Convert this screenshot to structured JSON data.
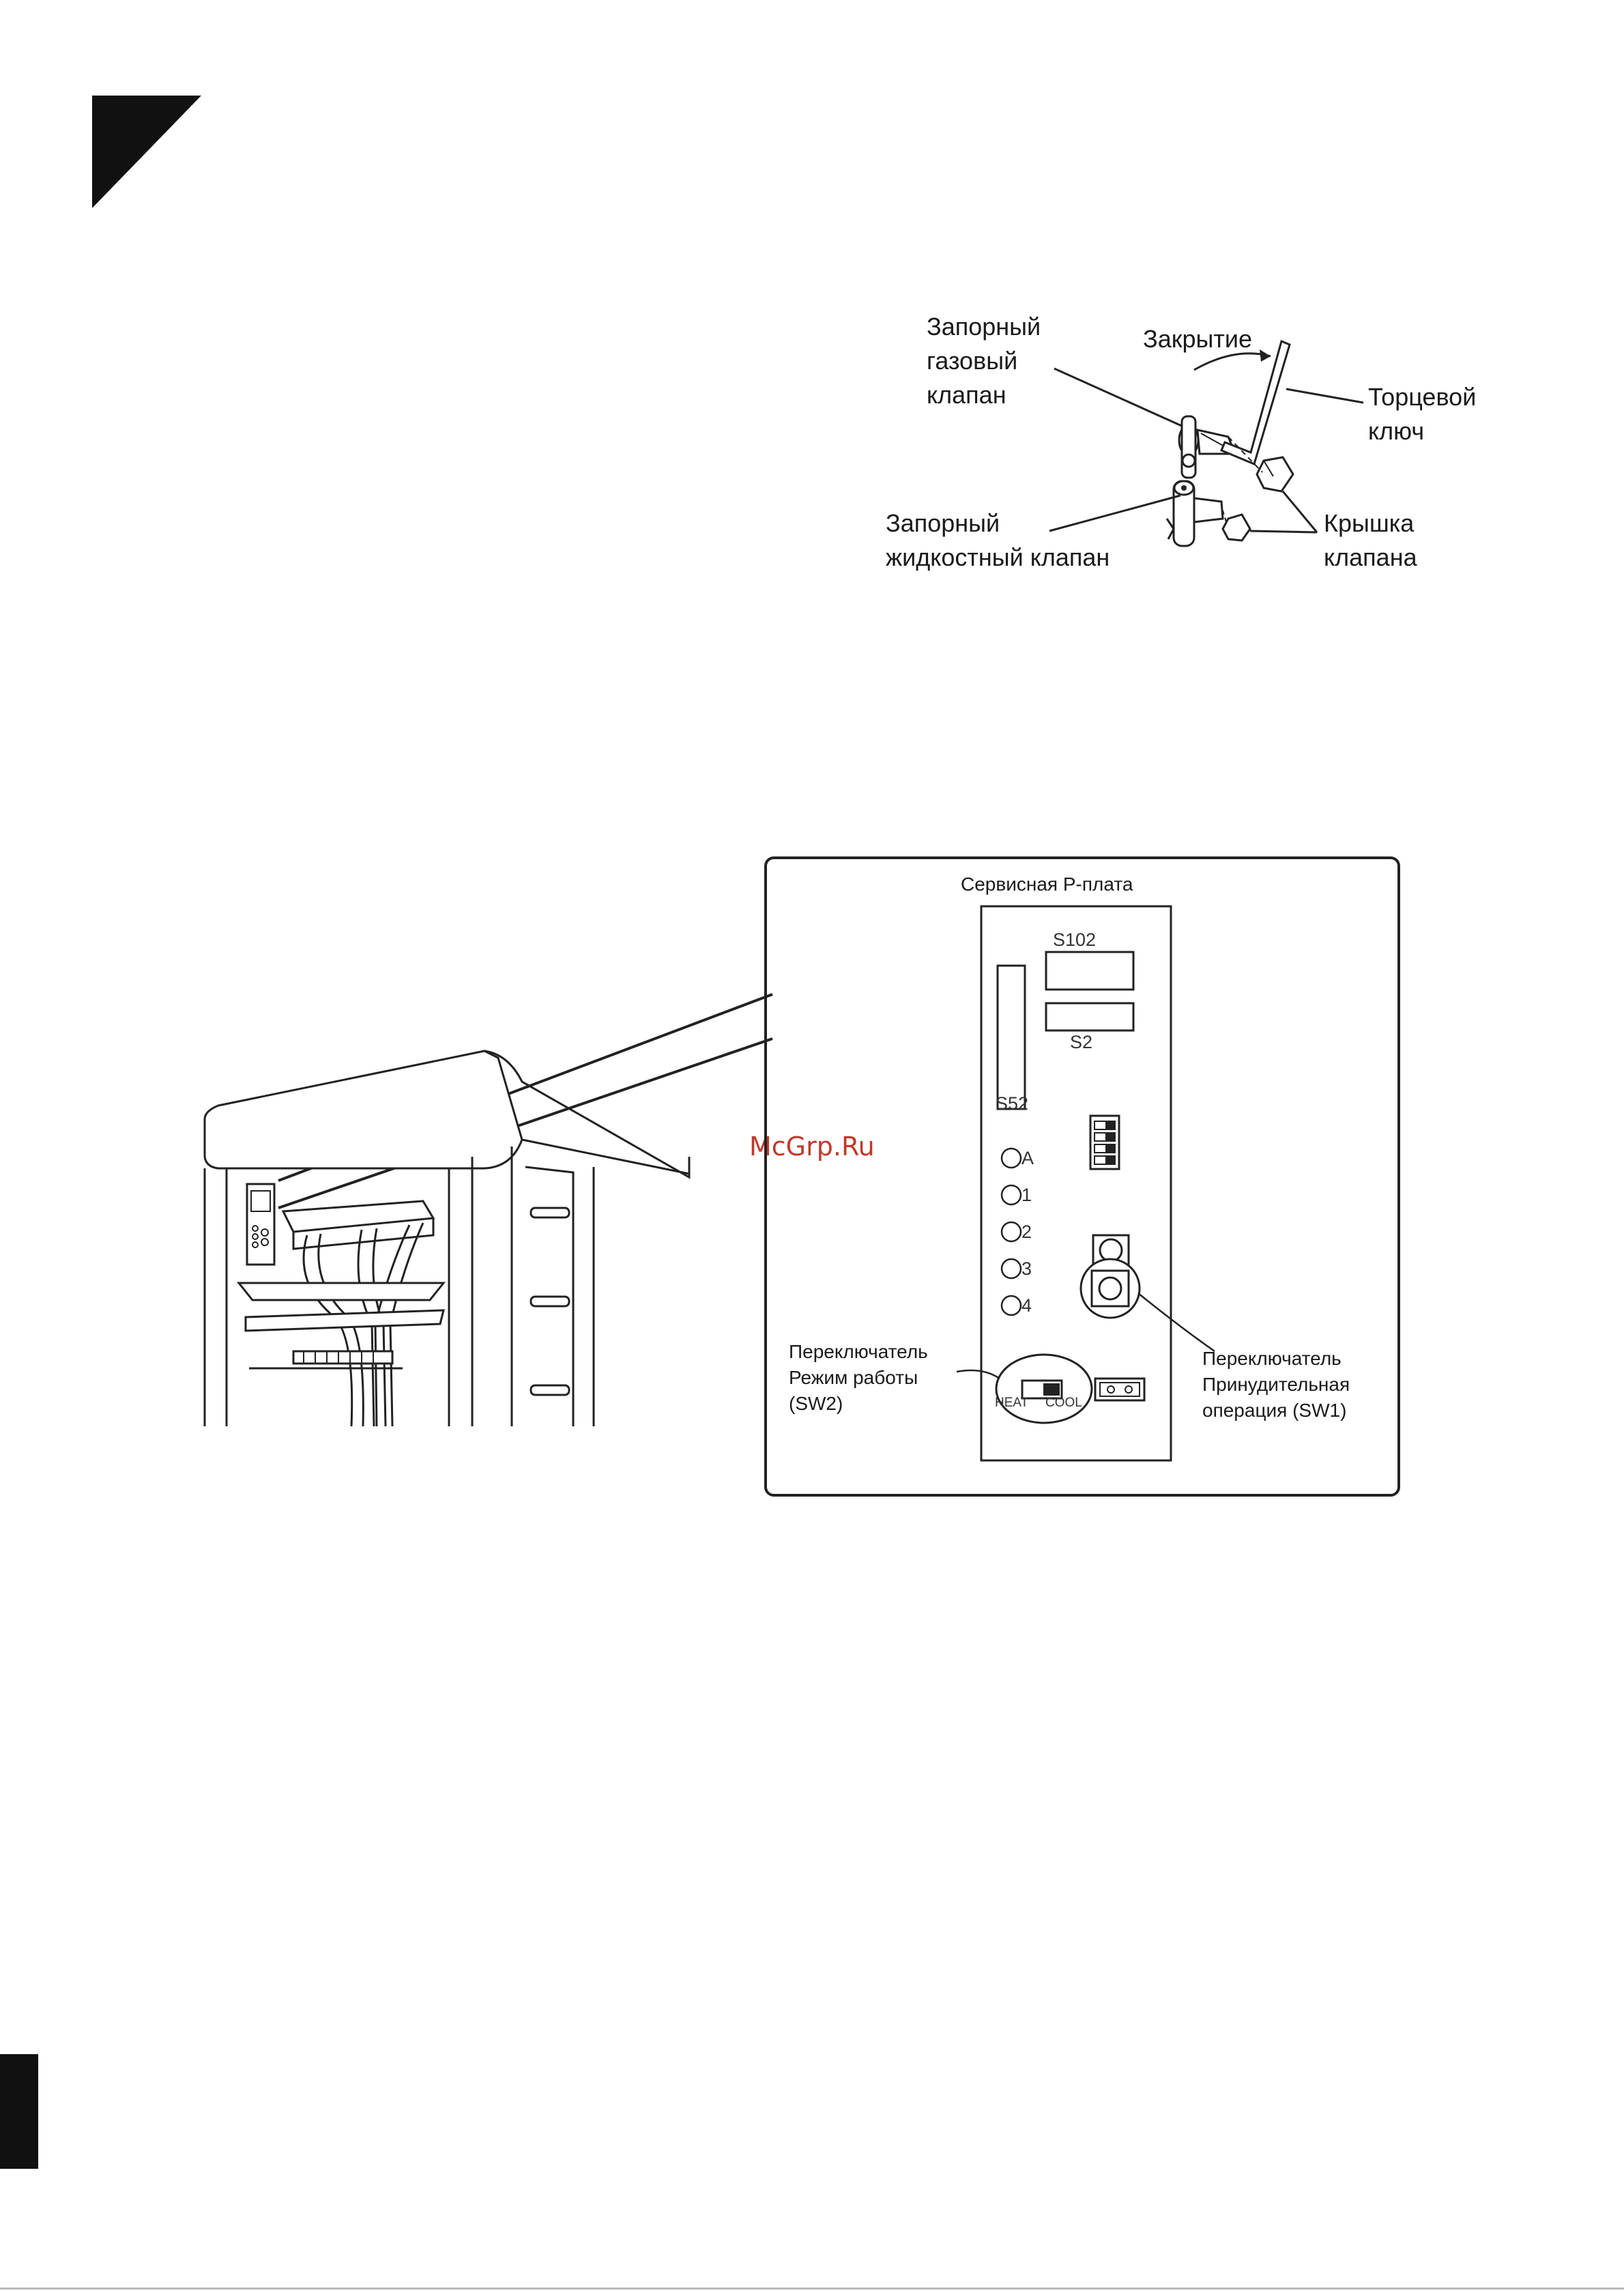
{
  "valve_diagram": {
    "gas_valve_label": [
      "Запорный",
      "газовый",
      "клапан"
    ],
    "closing_label": "Закрытие",
    "wrench_label": [
      "Торцевой",
      "ключ"
    ],
    "liquid_valve_label": [
      "Запорный",
      "жидкостный клапан"
    ],
    "valve_cap_label": [
      "Крышка",
      "клапана"
    ]
  },
  "service_board": {
    "title": "Сервисная Р-плата",
    "connectors": [
      "S102",
      "S2",
      "S52"
    ],
    "leds": [
      "A",
      "1",
      "2",
      "3",
      "4"
    ],
    "sw2_positions": [
      "HEAT",
      "COOL"
    ],
    "mode_switch_label": [
      "Переключатель",
      "Режим работы",
      "(SW2)"
    ],
    "forced_switch_label": [
      "Переключатель",
      "Принудительная",
      "операция (SW1)"
    ]
  },
  "watermark": "McGrp.Ru",
  "colors": {
    "ink": "#1a1a1a",
    "watermark": "#c0392b",
    "tab": "#111111"
  }
}
